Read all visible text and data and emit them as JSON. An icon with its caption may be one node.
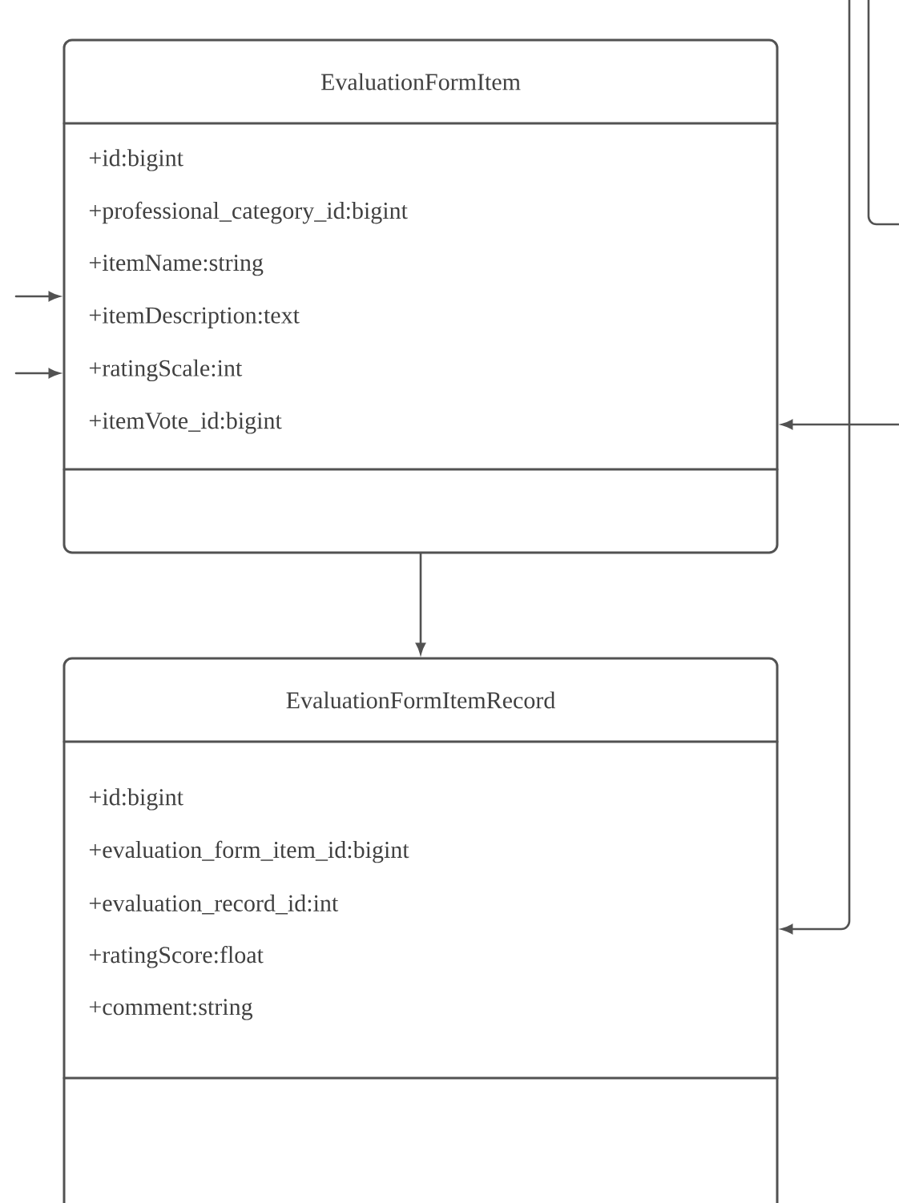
{
  "diagram": {
    "nodes": [
      {
        "text": [
          "EvaluationFormItem",
          "+id:bigint",
          "+professional_category_id:bigint",
          "+itemName:string",
          "+itemDescription:text",
          "+ratingScale:int",
          "+itemVote_id:bigint"
        ]
      },
      {
        "text": [
          "EvaluationFormItemRecord",
          "+id:bigint",
          "+evaluation_form_item_id:bigint",
          "+evaluation_record_id:int",
          "+ratingScore:float",
          "+comment:string"
        ]
      },
      {
        "text": [],
        "shape": "box"
      }
    ],
    "edges": [
      {
        "from": null,
        "to": 0,
        "arrow": "to"
      },
      {
        "from": null,
        "to": 0,
        "arrow": "to"
      },
      {
        "from": null,
        "to": 0,
        "arrow": "to"
      },
      {
        "from": 0,
        "to": 1,
        "arrow": "to"
      },
      {
        "from": 2,
        "to": 1,
        "arrow": "to"
      }
    ]
  }
}
